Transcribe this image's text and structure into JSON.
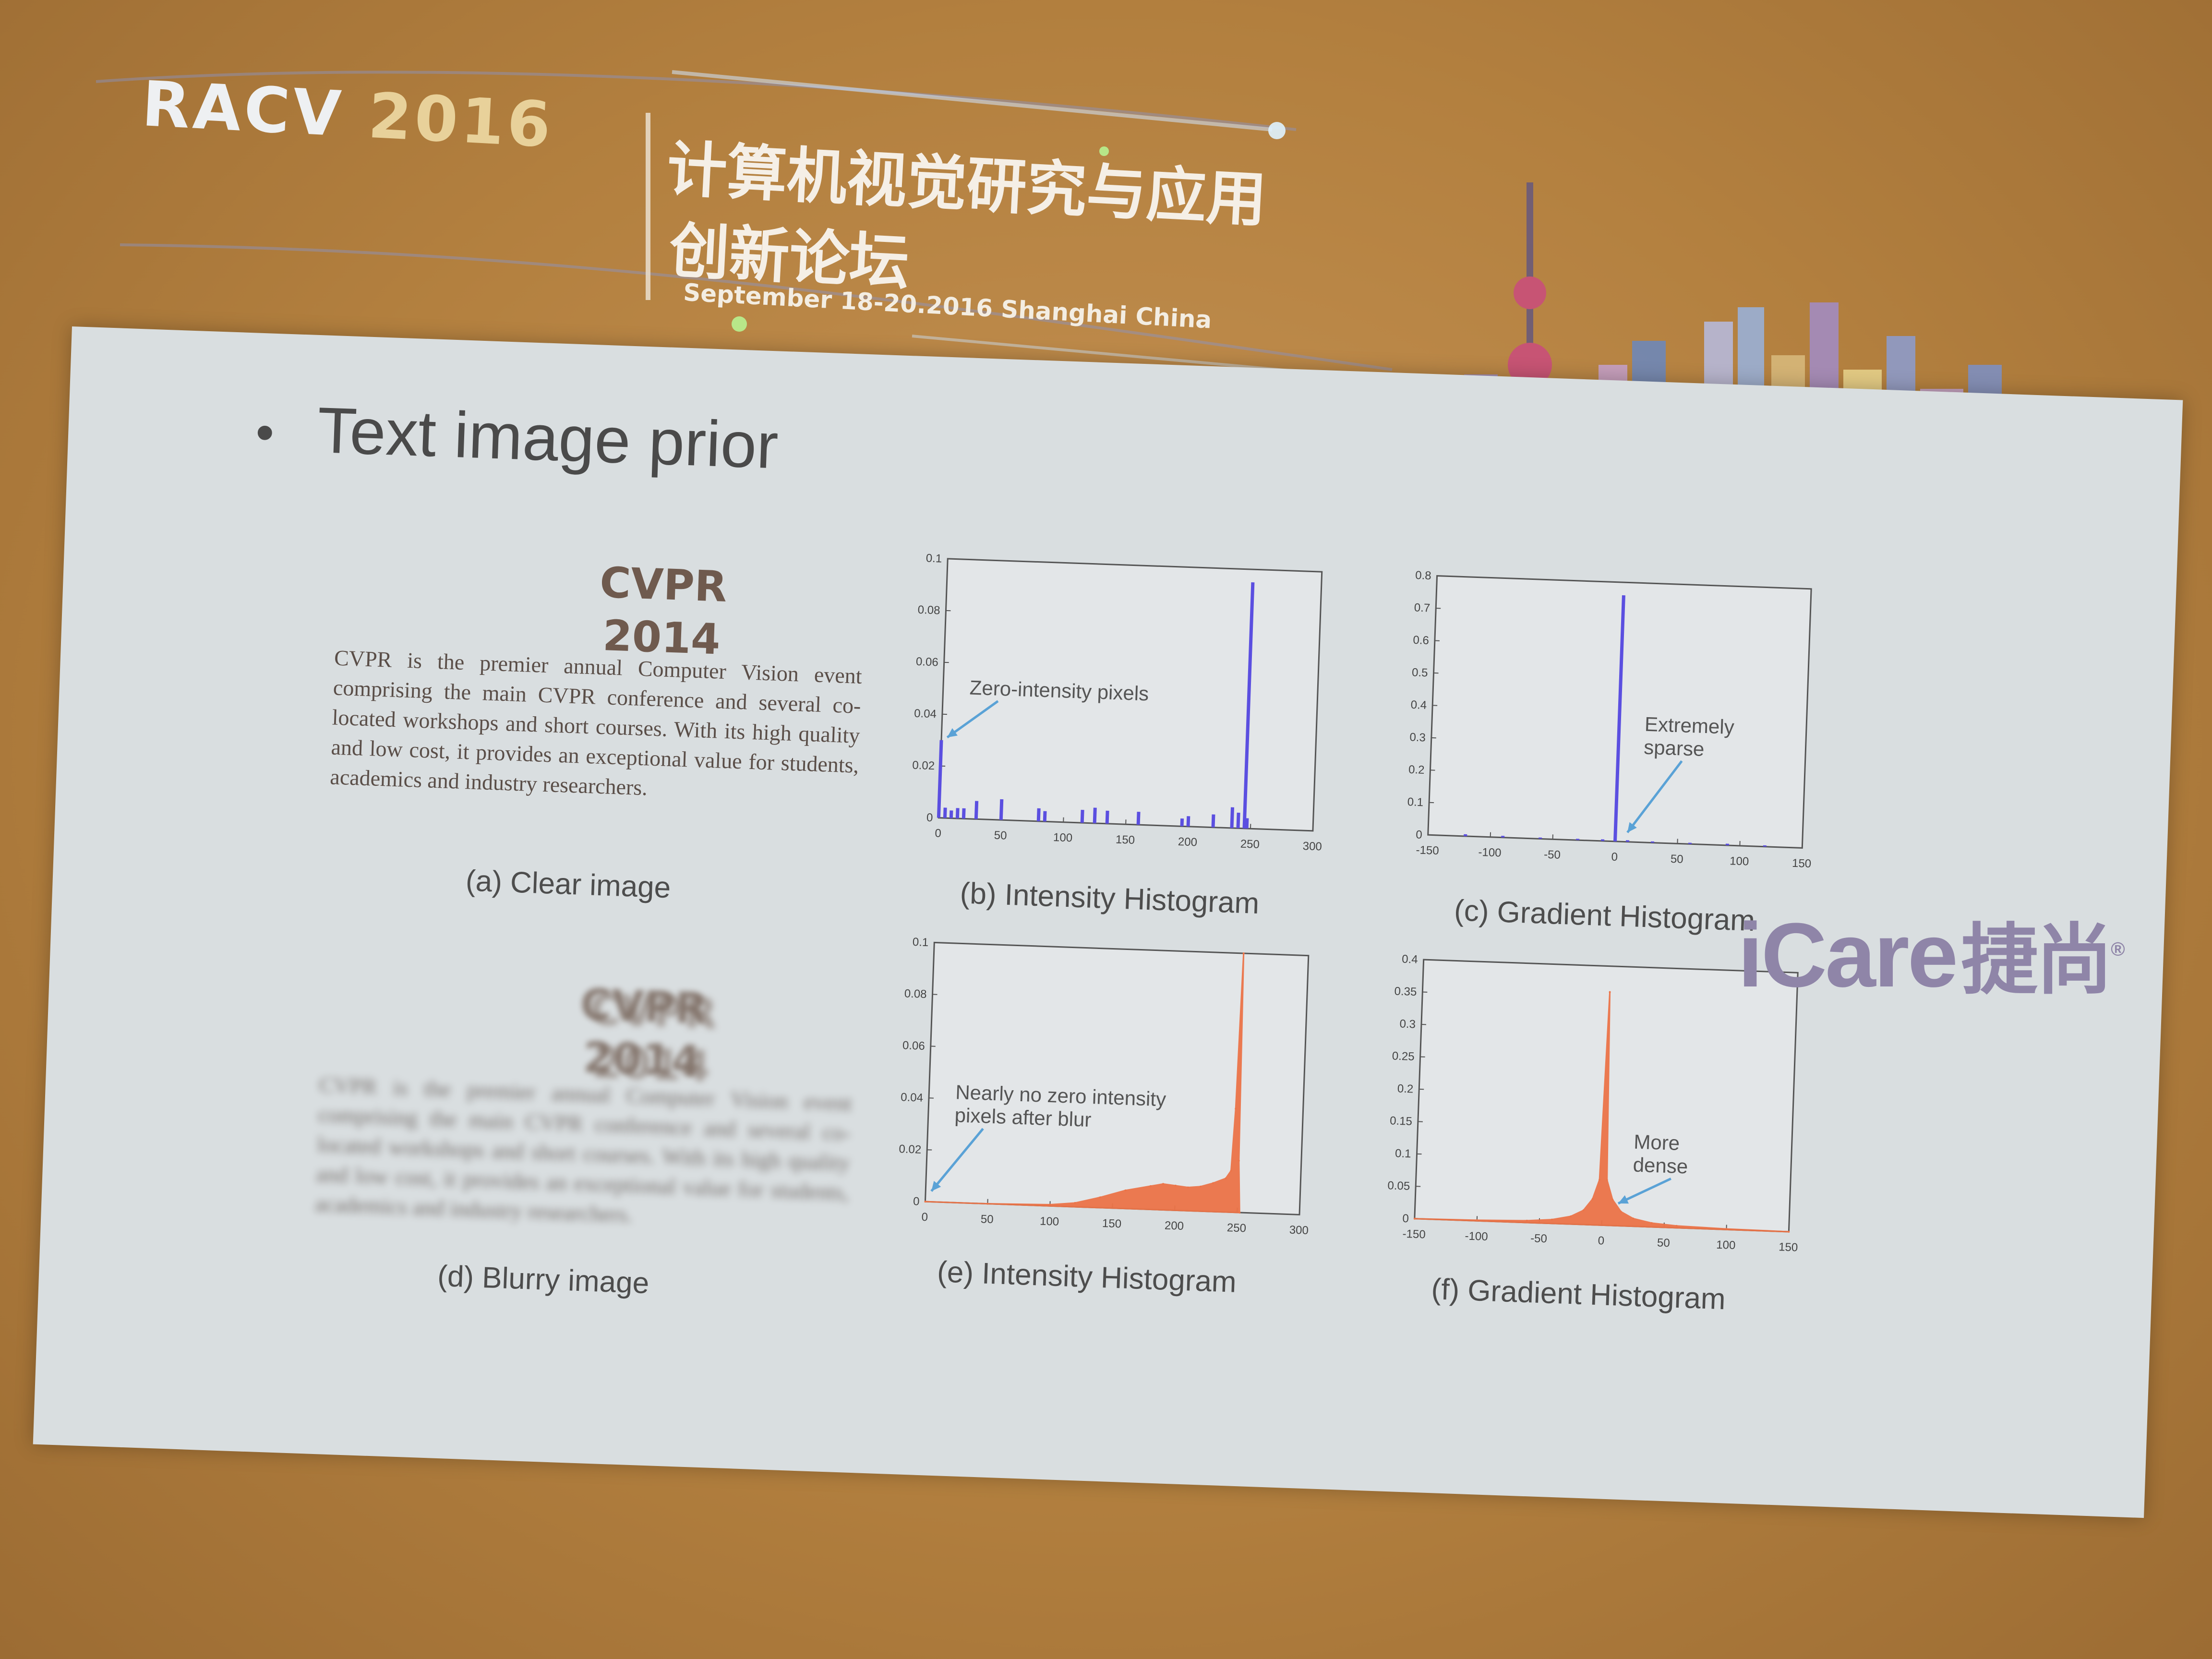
{
  "banner": {
    "racv_word": "RACV",
    "racv_year": "2016",
    "cn_line1": "计算机视觉研究与应用",
    "cn_line2": "创新论坛",
    "dates": "September 18-20.2016 Shanghai China"
  },
  "slide": {
    "bullet": "•",
    "title": "Text image prior",
    "clear_heading_1": "CVPR",
    "clear_heading_2": "2014",
    "clear_paragraph": "CVPR is the premier annual Computer Vision event comprising the main CVPR conference and several co-located workshops and short courses. With its high quality and low cost, it provides an exceptional value for students, academics and industry researchers.",
    "blurry_heading_1": "CVPR",
    "blurry_heading_2": "2014",
    "caption_a": "(a)  Clear image",
    "caption_b": "(b) Intensity Histogram",
    "caption_c": "(c) Gradient Histogram",
    "caption_d": "(d) Blurry image",
    "caption_e": "(e) Intensity Histogram",
    "caption_f": "(f) Gradient Histogram"
  },
  "logo": {
    "text": "iCare",
    "cn": "捷尚",
    "mark": "®"
  },
  "colors": {
    "blue": "#5b4fe0",
    "orange": "#ec7448",
    "arrow": "#5aa2d6"
  },
  "chart_data": [
    {
      "id": "b",
      "type": "bar",
      "title": "",
      "xlim": [
        0,
        300
      ],
      "ylim": [
        0,
        0.1
      ],
      "xticks": [
        0,
        50,
        100,
        150,
        200,
        250,
        300
      ],
      "yticks": [
        0,
        0.02,
        0.04,
        0.06,
        0.08,
        0.1
      ],
      "color": "#5b4fe0",
      "x": [
        0,
        5,
        10,
        15,
        20,
        30,
        50,
        80,
        85,
        115,
        125,
        135,
        160,
        195,
        200,
        220,
        235,
        240,
        245,
        247
      ],
      "values": [
        0.03,
        0.004,
        0.003,
        0.004,
        0.004,
        0.007,
        0.008,
        0.005,
        0.004,
        0.005,
        0.006,
        0.005,
        0.005,
        0.003,
        0.004,
        0.005,
        0.008,
        0.006,
        0.095,
        0.004
      ],
      "annotation": "Zero-intensity pixels",
      "annotation_target": [
        0,
        0.03
      ]
    },
    {
      "id": "c",
      "type": "bar",
      "title": "",
      "xlim": [
        -150,
        150
      ],
      "ylim": [
        0,
        0.8
      ],
      "xticks": [
        -150,
        -100,
        -50,
        0,
        50,
        100,
        150
      ],
      "yticks": [
        0,
        0.1,
        0.2,
        0.3,
        0.4,
        0.5,
        0.6,
        0.7,
        0.8
      ],
      "color": "#5b4fe0",
      "x": [
        -120,
        -90,
        -60,
        -30,
        -10,
        0,
        10,
        30,
        60,
        90,
        120
      ],
      "values": [
        0.006,
        0.005,
        0.004,
        0.004,
        0.005,
        0.76,
        0.005,
        0.004,
        0.004,
        0.005,
        0.004
      ],
      "annotation": "Extremely sparse",
      "annotation_lines": [
        "Extremely",
        "sparse"
      ],
      "annotation_target": [
        5,
        0.02
      ]
    },
    {
      "id": "e",
      "type": "area",
      "title": "",
      "xlim": [
        0,
        300
      ],
      "ylim": [
        0,
        0.1
      ],
      "xticks": [
        0,
        50,
        100,
        150,
        200,
        250,
        300
      ],
      "yticks": [
        0,
        0.02,
        0.04,
        0.06,
        0.08,
        0.1
      ],
      "color": "#ec7448",
      "x": [
        0,
        50,
        100,
        120,
        140,
        160,
        180,
        190,
        200,
        210,
        220,
        230,
        240,
        244,
        246,
        248,
        250,
        252
      ],
      "values": [
        0,
        0,
        0.0005,
        0.0015,
        0.004,
        0.007,
        0.009,
        0.01,
        0.0095,
        0.009,
        0.0095,
        0.011,
        0.013,
        0.016,
        0.04,
        0.1,
        0.02,
        0
      ],
      "annotation": "Nearly no zero intensity pixels after blur",
      "annotation_lines": [
        "Nearly no zero intensity",
        "pixels after blur"
      ],
      "annotation_target": [
        0,
        0.003
      ]
    },
    {
      "id": "f",
      "type": "area",
      "title": "",
      "xlim": [
        -150,
        150
      ],
      "ylim": [
        0,
        0.4
      ],
      "xticks": [
        -150,
        -100,
        -50,
        0,
        50,
        100,
        150
      ],
      "yticks": [
        0,
        0.05,
        0.1,
        0.15,
        0.2,
        0.25,
        0.3,
        0.35,
        0.4
      ],
      "color": "#ec7448",
      "x": [
        -150,
        -100,
        -60,
        -40,
        -25,
        -15,
        -8,
        -3,
        0,
        3,
        8,
        15,
        25,
        40,
        60,
        100,
        150
      ],
      "values": [
        0,
        0.001,
        0.003,
        0.006,
        0.012,
        0.022,
        0.04,
        0.07,
        0.36,
        0.07,
        0.04,
        0.022,
        0.012,
        0.006,
        0.003,
        0.001,
        0
      ],
      "annotation": "More dense",
      "annotation_lines": [
        "More",
        "dense"
      ],
      "annotation_target": [
        8,
        0.03
      ]
    }
  ]
}
